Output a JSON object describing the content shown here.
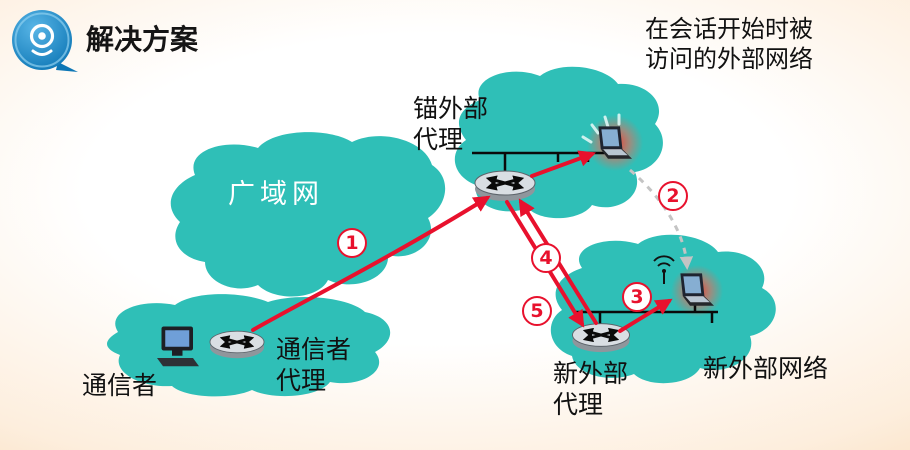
{
  "header": {
    "title": "解决方案"
  },
  "note": {
    "line1": "在会话开始时被",
    "line2": "访问的外部网络"
  },
  "networks": {
    "wan": {
      "label": "广域网"
    },
    "home": {
      "correspondent_label": "通信者",
      "agent_line1": "通信者",
      "agent_line2": "代理"
    },
    "anchor": {
      "agent_line1": "锚外部",
      "agent_line2": "代理"
    },
    "new_foreign": {
      "agent_line1": "新外部",
      "agent_line2": "代理",
      "network_label": "新外部网络"
    }
  },
  "steps": [
    "1",
    "2",
    "3",
    "4",
    "5"
  ],
  "icons": {
    "brand": "webcam-badge-icon",
    "router": "router-icon",
    "correspondent": "desktop-computer-icon",
    "mobile_top": "laptop-icon",
    "mobile_new": "laptop-icon",
    "wireless": "wifi-antenna-icon"
  },
  "colors": {
    "network_blob": "#2fbfb7",
    "arrow_red": "#e8112d",
    "move_arrow_gray": "#c4c4c4",
    "background_edge": "#f1c493",
    "brand_blue": "#1486c8",
    "highlight_glow": "#ff3b2a"
  }
}
